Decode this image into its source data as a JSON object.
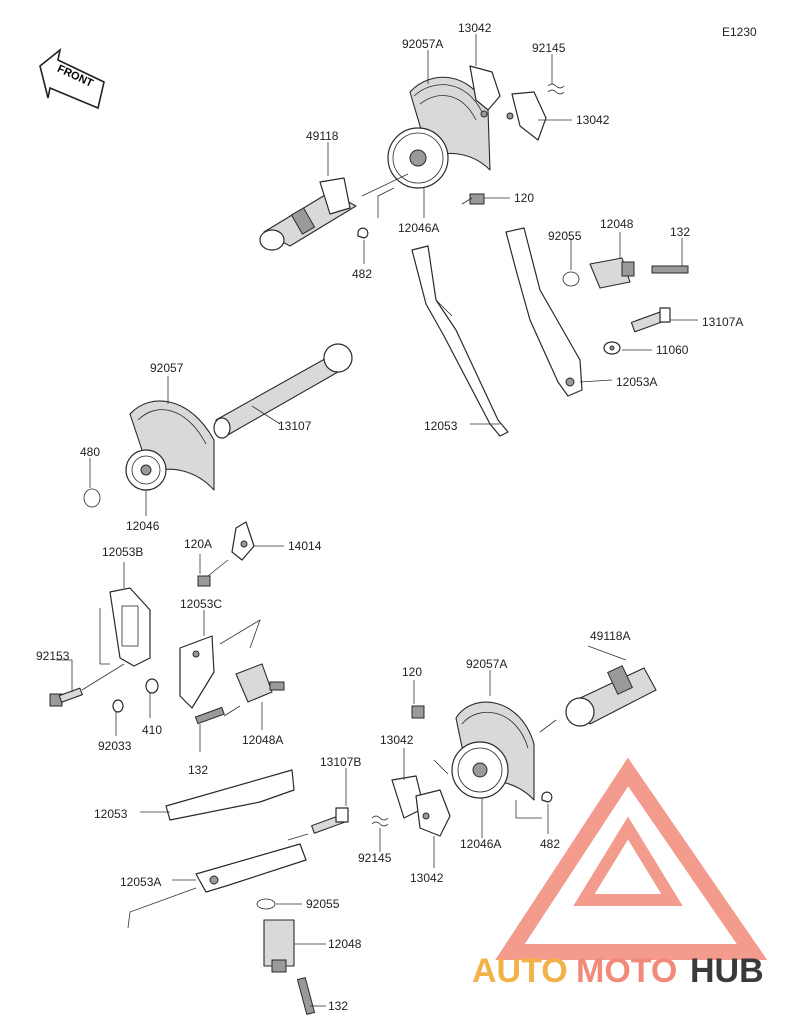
{
  "diagram_code": "E1230",
  "front_label": "FRONT",
  "watermark": {
    "part1": "AUTO",
    "part2": "MOTO",
    "part3": "HUB",
    "color_primary": "#f28a7a",
    "color_secondary": "#f2b24a",
    "color_dark": "#3a3a3a"
  },
  "labels": {
    "p13042_a": "13042",
    "p92057a_a": "92057A",
    "p92145_a": "92145",
    "p13042_b": "13042",
    "p49118": "49118",
    "p120_a": "120",
    "p12046a_a": "12046A",
    "p482_a": "482",
    "p12048_a": "12048",
    "p92055_a": "92055",
    "p132_a": "132",
    "p13107a": "13107A",
    "p11060": "11060",
    "p12053a_a": "12053A",
    "p92057": "92057",
    "p13107": "13107",
    "p12053_a": "12053",
    "p480": "480",
    "p12046": "12046",
    "p120a": "120A",
    "p14014": "14014",
    "p12053b": "12053B",
    "p12053c": "12053C",
    "p92153": "92153",
    "p410": "410",
    "p92033": "92033",
    "p12048a": "12048A",
    "p132_b": "132",
    "p120_b": "120",
    "p92057a_b": "92057A",
    "p49118a": "49118A",
    "p13042_c": "13042",
    "p13107b": "13107B",
    "p12053_b": "12053",
    "p92145_b": "92145",
    "p13042_d": "13042",
    "p12046a_b": "12046A",
    "p482_b": "482",
    "p12053a_b": "12053A",
    "p92055_b": "92055",
    "p12048_b": "12048",
    "p132_c": "132"
  }
}
